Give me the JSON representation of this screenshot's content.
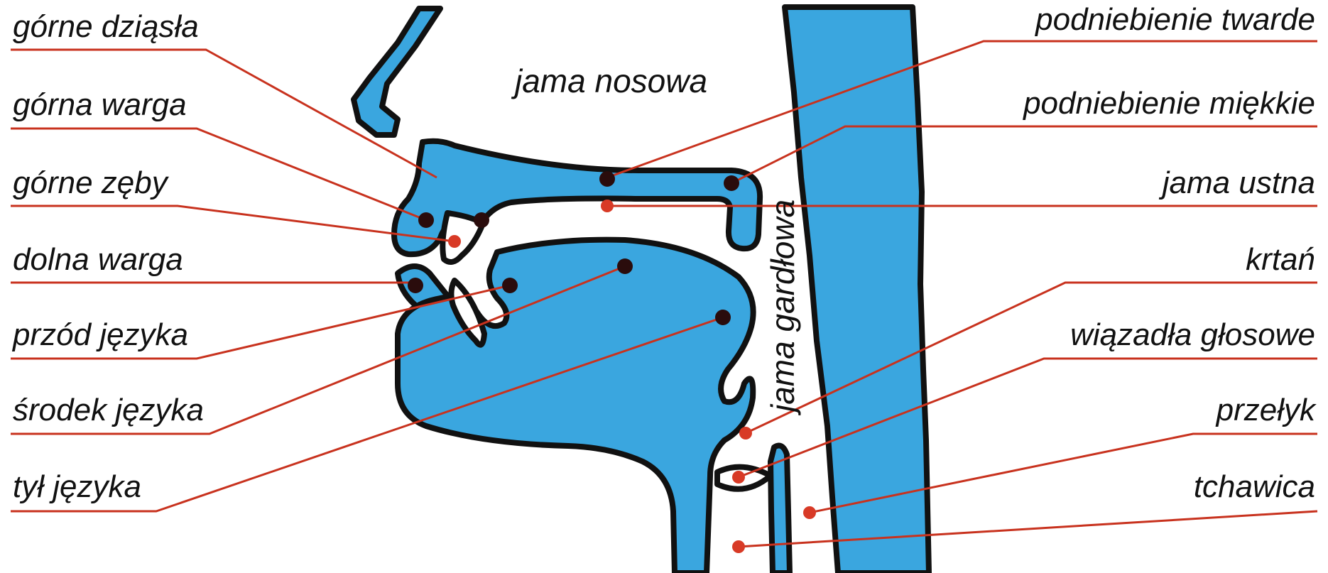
{
  "colors": {
    "anatomy_fill": "#3aa6df",
    "outline": "#111111",
    "leader_line": "#c8321e",
    "dot_dark": "#2a0c0c",
    "dot_red": "#d83a26"
  },
  "labels": {
    "left": [
      {
        "id": "gorne-dziasla",
        "text": "górne dziąsła"
      },
      {
        "id": "gorna-warga",
        "text": "górna warga"
      },
      {
        "id": "gorne-zeby",
        "text": "górne zęby"
      },
      {
        "id": "dolna-warga",
        "text": "dolna warga"
      },
      {
        "id": "przod-jezyka",
        "text": "przód języka"
      },
      {
        "id": "srodek-jezyka",
        "text": "środek języka"
      },
      {
        "id": "tyl-jezyka",
        "text": "tył języka"
      }
    ],
    "right": [
      {
        "id": "podniebienie-twarde",
        "text": "podniebienie twarde"
      },
      {
        "id": "podniebienie-miekkie",
        "text": "podniebienie miękkie"
      },
      {
        "id": "jama-ustna",
        "text": "jama ustna"
      },
      {
        "id": "krtan",
        "text": "krtań"
      },
      {
        "id": "wiazadla-glosowe",
        "text": "wiązadła głosowe"
      },
      {
        "id": "przelyk",
        "text": "przełyk"
      },
      {
        "id": "tchawica",
        "text": "tchawica"
      }
    ],
    "inner": {
      "jama_nosowa": "jama nosowa",
      "jama_gardlowa": "jama gardłowa"
    }
  }
}
